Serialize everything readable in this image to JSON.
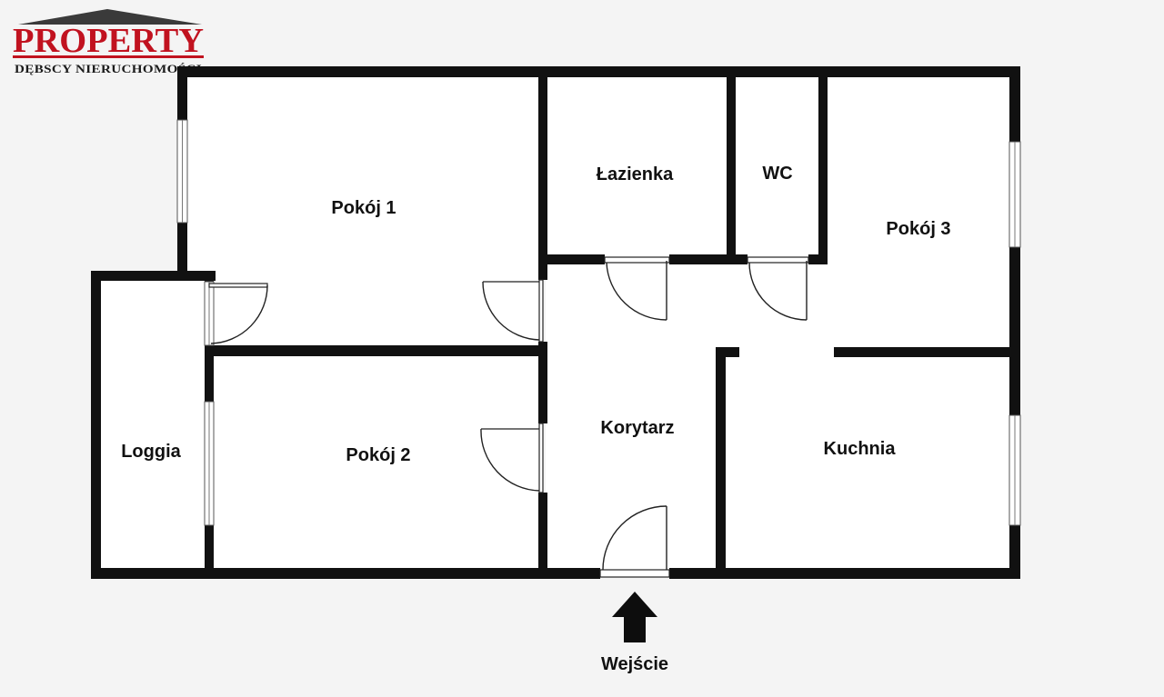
{
  "logo": {
    "brand": "PROPERTY",
    "subtitle": "DĘBSCY NIERUCHOMOŚCI",
    "brand_color": "#c1121f"
  },
  "rooms": [
    {
      "id": "pokoj-1",
      "label": "Pokój 1"
    },
    {
      "id": "lazienka",
      "label": "Łazienka"
    },
    {
      "id": "wc",
      "label": "WC"
    },
    {
      "id": "pokoj-3",
      "label": "Pokój 3"
    },
    {
      "id": "loggia",
      "label": "Loggia"
    },
    {
      "id": "pokoj-2",
      "label": "Pokój 2"
    },
    {
      "id": "korytarz",
      "label": "Korytarz"
    },
    {
      "id": "kuchnia",
      "label": "Kuchnia"
    }
  ],
  "entrance": {
    "label": "Wejście",
    "arrow_icon": "arrow-up-icon"
  },
  "colors": {
    "wall": "#111111",
    "background": "#f4f4f4"
  }
}
